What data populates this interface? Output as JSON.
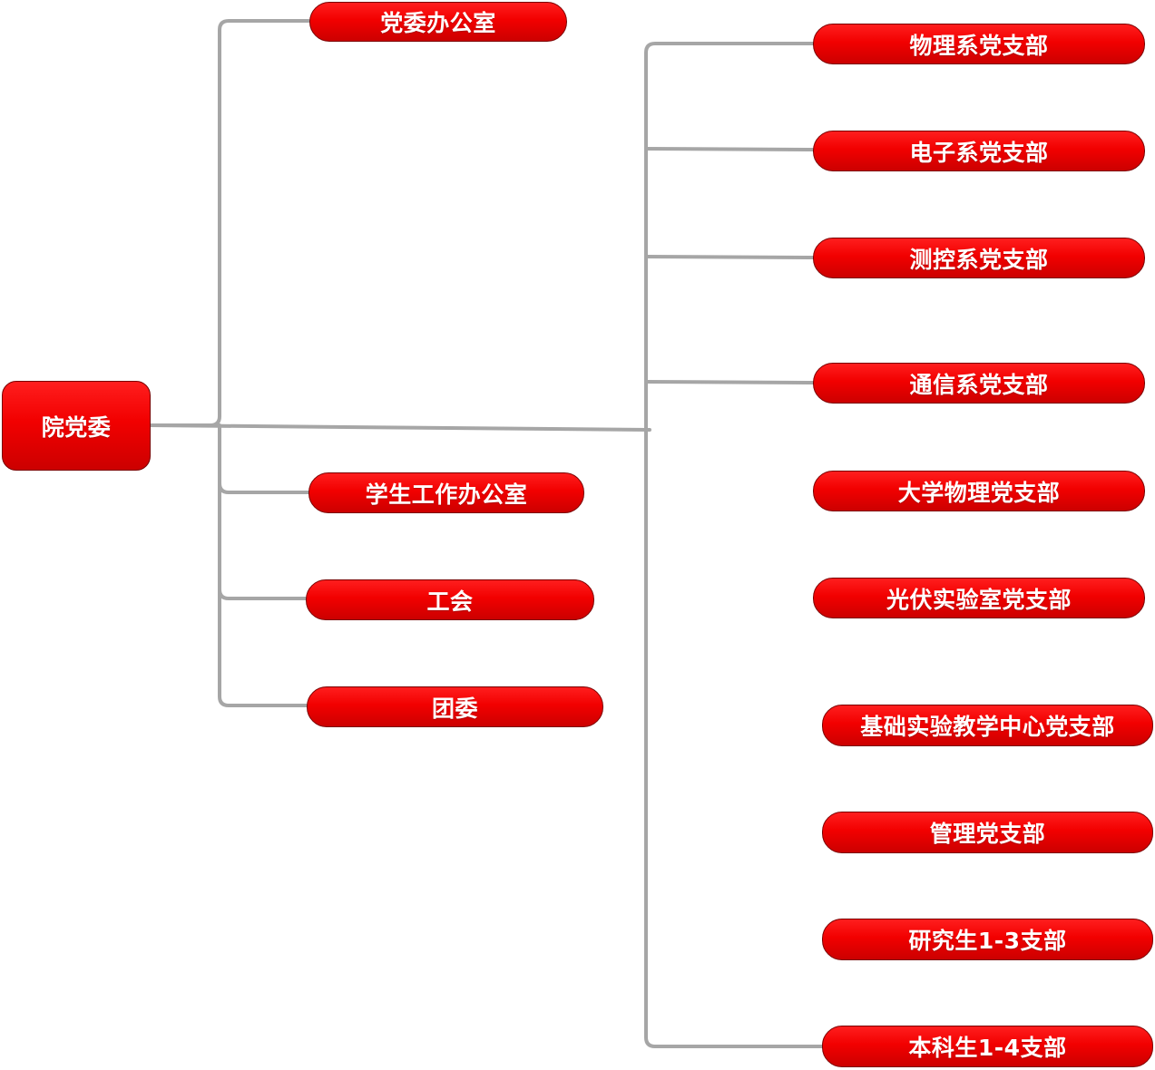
{
  "colors": {
    "node_fill": "#ee0000",
    "node_border": "#7a0000",
    "connector": "#a6a6a6",
    "text": "#ffffff"
  },
  "root": {
    "label": "院党委"
  },
  "offices": [
    {
      "label": "党委办公室"
    },
    {
      "label": "学生工作办公室"
    },
    {
      "label": "工会"
    },
    {
      "label": "团委"
    }
  ],
  "branches": [
    {
      "label": "物理系党支部"
    },
    {
      "label": "电子系党支部"
    },
    {
      "label": "测控系党支部"
    },
    {
      "label": "通信系党支部"
    },
    {
      "label": "大学物理党支部"
    },
    {
      "label": "光伏实验室党支部"
    },
    {
      "label": "基础实验教学中心党支部"
    },
    {
      "label": "管理党支部"
    },
    {
      "label": "研究生1-3支部"
    },
    {
      "label": "本科生1-4支部"
    }
  ]
}
